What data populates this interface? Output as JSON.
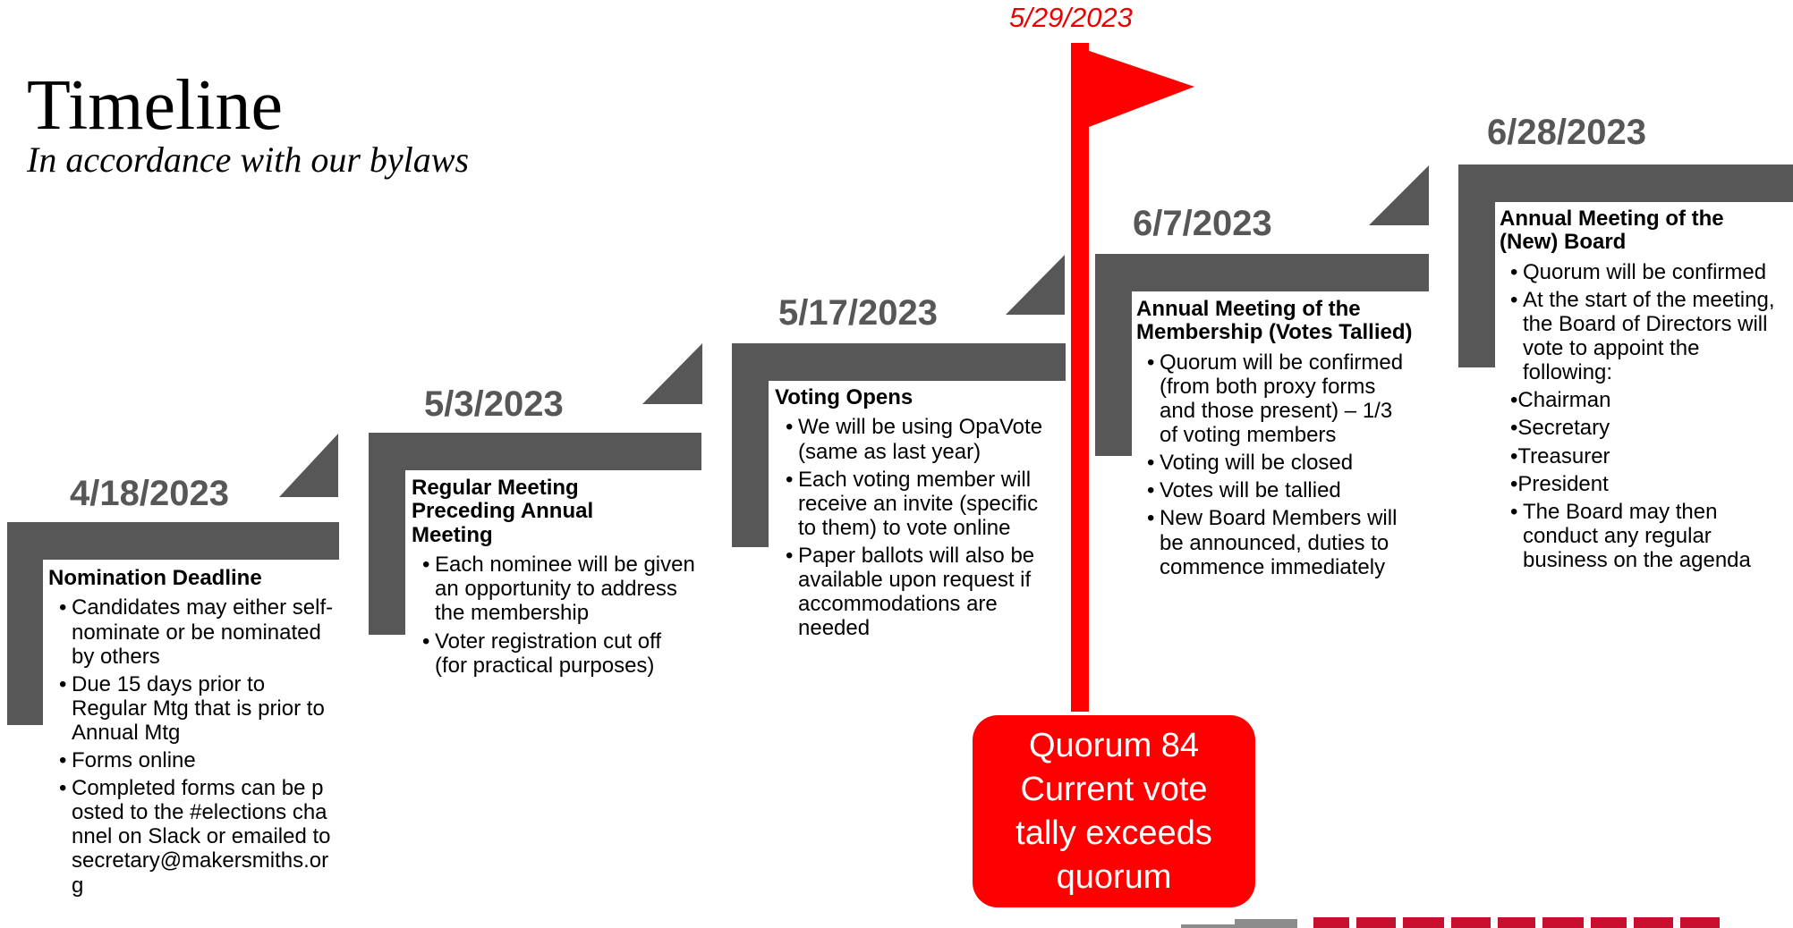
{
  "header": {
    "title": "Timeline",
    "subtitle": "In accordance with our bylaws"
  },
  "flag": {
    "date": "5/29/2023",
    "color": "#ff0000"
  },
  "steps": [
    {
      "date": "4/18/2023",
      "heading": "Nomination Deadline",
      "items": [
        "Candidates may either self-nominate or be nominated by others",
        "Due 15 days prior to Regular Mtg that is prior to Annual Mtg",
        "Forms online",
        "Completed forms can be posted to the #elections channel on Slack or emailed to secretary@makersmiths.org"
      ]
    },
    {
      "date": "5/3/2023",
      "heading": "Regular Meeting Preceding Annual Meeting",
      "items": [
        "Each nominee will be given an opportunity to address the membership",
        "Voter registration cut off (for practical purposes)"
      ]
    },
    {
      "date": "5/17/2023",
      "heading": "Voting Opens",
      "items": [
        "We will be using OpaVote (same as last year)",
        "Each voting member will receive an invite (specific to them) to vote online",
        "Paper ballots will also be available upon request if accommodations are needed"
      ]
    },
    {
      "date": "6/7/2023",
      "heading": "Annual Meeting of the Membership (Votes Tallied)",
      "items": [
        "Quorum will be confirmed (from both proxy forms and those present) – 1/3 of voting members",
        "Voting will be closed",
        "Votes will be tallied",
        "New Board Members will be announced, duties to commence immediately"
      ]
    },
    {
      "date": "6/28/2023",
      "heading": "Annual Meeting of the (New) Board",
      "items": [
        "Quorum will be confirmed",
        "At the start of the meeting, the Board of Directors will vote to appoint the following:",
        "The Board may then conduct any regular business on the agenda"
      ],
      "sub_items": [
        "•Chairman",
        "•Secretary",
        "•Treasurer",
        "•President"
      ]
    }
  ],
  "callout": {
    "lines": [
      "Quorum 84",
      "Current vote",
      "tally exceeds",
      "quorum"
    ]
  },
  "colors": {
    "step_gray": "#575757",
    "accent_red": "#ff0000",
    "flag_date_red": "#ee0000"
  }
}
